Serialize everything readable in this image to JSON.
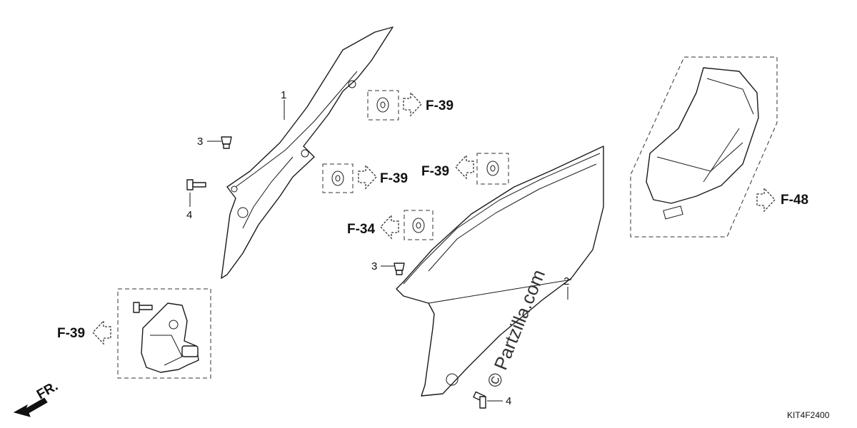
{
  "callouts": {
    "part1": "1",
    "part2": "2",
    "part3a": "3",
    "part3b": "3",
    "part4a": "4",
    "part4b": "4"
  },
  "references": {
    "ref_a": "F-39",
    "ref_b": "F-39",
    "ref_c": "F-39",
    "ref_d": "F-34",
    "ref_e": "F-39",
    "ref_f": "F-48"
  },
  "front_label": "FR.",
  "diagram_code": "KIT4F2400",
  "watermark": "© Partzilla.com"
}
